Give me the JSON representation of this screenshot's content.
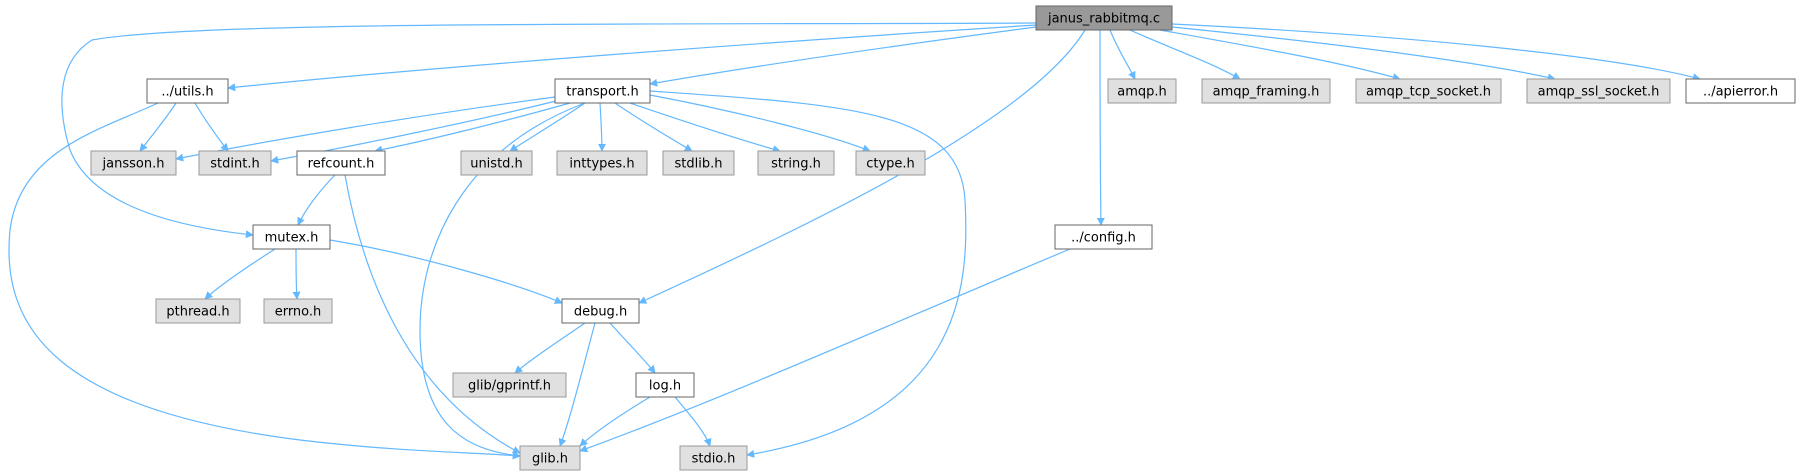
{
  "colors": {
    "edge": "#63b8ff",
    "root_fill": "#999999",
    "root_stroke": "#666666",
    "doc_fill": "#ffffff",
    "doc_stroke": "#666666",
    "ext_fill": "#e0e0e0",
    "ext_stroke": "#999999",
    "text": "#000000"
  },
  "nodes": [
    {
      "id": "janus_rabbitmq",
      "label": "janus_rabbitmq.c",
      "kind": "root"
    },
    {
      "id": "utils",
      "label": "../utils.h",
      "kind": "doc"
    },
    {
      "id": "transport",
      "label": "transport.h",
      "kind": "doc"
    },
    {
      "id": "amqp",
      "label": "amqp.h",
      "kind": "ext"
    },
    {
      "id": "amqp_framing",
      "label": "amqp_framing.h",
      "kind": "ext"
    },
    {
      "id": "amqp_tcp_socket",
      "label": "amqp_tcp_socket.h",
      "kind": "ext"
    },
    {
      "id": "amqp_ssl_socket",
      "label": "amqp_ssl_socket.h",
      "kind": "ext"
    },
    {
      "id": "apierror",
      "label": "../apierror.h",
      "kind": "doc"
    },
    {
      "id": "jansson",
      "label": "jansson.h",
      "kind": "ext"
    },
    {
      "id": "stdint",
      "label": "stdint.h",
      "kind": "ext"
    },
    {
      "id": "refcount",
      "label": "refcount.h",
      "kind": "doc"
    },
    {
      "id": "unistd",
      "label": "unistd.h",
      "kind": "ext"
    },
    {
      "id": "inttypes",
      "label": "inttypes.h",
      "kind": "ext"
    },
    {
      "id": "stdlib",
      "label": "stdlib.h",
      "kind": "ext"
    },
    {
      "id": "string",
      "label": "string.h",
      "kind": "ext"
    },
    {
      "id": "ctype",
      "label": "ctype.h",
      "kind": "ext"
    },
    {
      "id": "mutex",
      "label": "mutex.h",
      "kind": "doc"
    },
    {
      "id": "config",
      "label": "../config.h",
      "kind": "doc"
    },
    {
      "id": "pthread",
      "label": "pthread.h",
      "kind": "ext"
    },
    {
      "id": "errno",
      "label": "errno.h",
      "kind": "ext"
    },
    {
      "id": "debug",
      "label": "debug.h",
      "kind": "doc"
    },
    {
      "id": "gprintf",
      "label": "glib/gprintf.h",
      "kind": "ext"
    },
    {
      "id": "log",
      "label": "log.h",
      "kind": "doc"
    },
    {
      "id": "glib",
      "label": "glib.h",
      "kind": "ext"
    },
    {
      "id": "stdio",
      "label": "stdio.h",
      "kind": "ext"
    }
  ],
  "edges": [
    {
      "from": "janus_rabbitmq",
      "to": "mutex"
    },
    {
      "from": "janus_rabbitmq",
      "to": "utils"
    },
    {
      "from": "janus_rabbitmq",
      "to": "transport"
    },
    {
      "from": "janus_rabbitmq",
      "to": "debug"
    },
    {
      "from": "janus_rabbitmq",
      "to": "config"
    },
    {
      "from": "janus_rabbitmq",
      "to": "amqp"
    },
    {
      "from": "janus_rabbitmq",
      "to": "amqp_framing"
    },
    {
      "from": "janus_rabbitmq",
      "to": "amqp_tcp_socket"
    },
    {
      "from": "janus_rabbitmq",
      "to": "amqp_ssl_socket"
    },
    {
      "from": "janus_rabbitmq",
      "to": "apierror"
    },
    {
      "from": "utils",
      "to": "jansson"
    },
    {
      "from": "utils",
      "to": "stdint"
    },
    {
      "from": "utils",
      "to": "glib"
    },
    {
      "from": "transport",
      "to": "jansson"
    },
    {
      "from": "transport",
      "to": "stdint"
    },
    {
      "from": "transport",
      "to": "refcount"
    },
    {
      "from": "transport",
      "to": "glib"
    },
    {
      "from": "transport",
      "to": "unistd"
    },
    {
      "from": "transport",
      "to": "inttypes"
    },
    {
      "from": "transport",
      "to": "stdlib"
    },
    {
      "from": "transport",
      "to": "string"
    },
    {
      "from": "transport",
      "to": "ctype"
    },
    {
      "from": "transport",
      "to": "stdio"
    },
    {
      "from": "refcount",
      "to": "mutex"
    },
    {
      "from": "refcount",
      "to": "glib"
    },
    {
      "from": "mutex",
      "to": "pthread"
    },
    {
      "from": "mutex",
      "to": "errno"
    },
    {
      "from": "mutex",
      "to": "debug"
    },
    {
      "from": "config",
      "to": "glib"
    },
    {
      "from": "debug",
      "to": "gprintf"
    },
    {
      "from": "debug",
      "to": "glib"
    },
    {
      "from": "debug",
      "to": "log"
    },
    {
      "from": "log",
      "to": "glib"
    },
    {
      "from": "log",
      "to": "stdio"
    }
  ]
}
